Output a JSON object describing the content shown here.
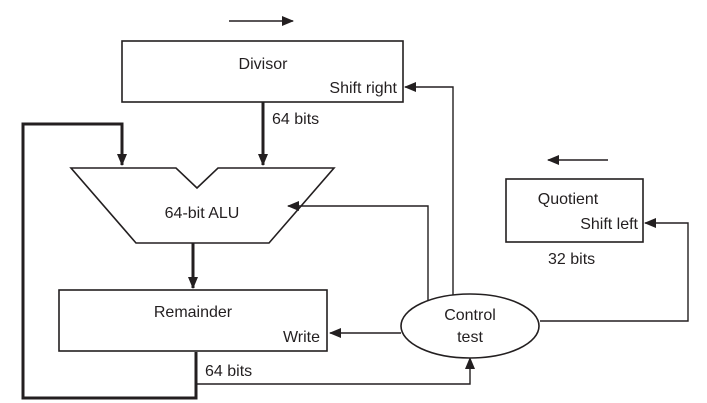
{
  "divisor": {
    "name": "Divisor",
    "control": "Shift right",
    "width_label": "64 bits"
  },
  "alu": {
    "name": "64-bit ALU"
  },
  "remainder": {
    "name": "Remainder",
    "control": "Write",
    "width_label": "64 bits"
  },
  "quotient": {
    "name": "Quotient",
    "control": "Shift left",
    "width_label": "32 bits"
  },
  "control_unit": {
    "line1": "Control",
    "line2": "test"
  },
  "colors": {
    "ink": "#231f20",
    "background": "#ffffff"
  }
}
